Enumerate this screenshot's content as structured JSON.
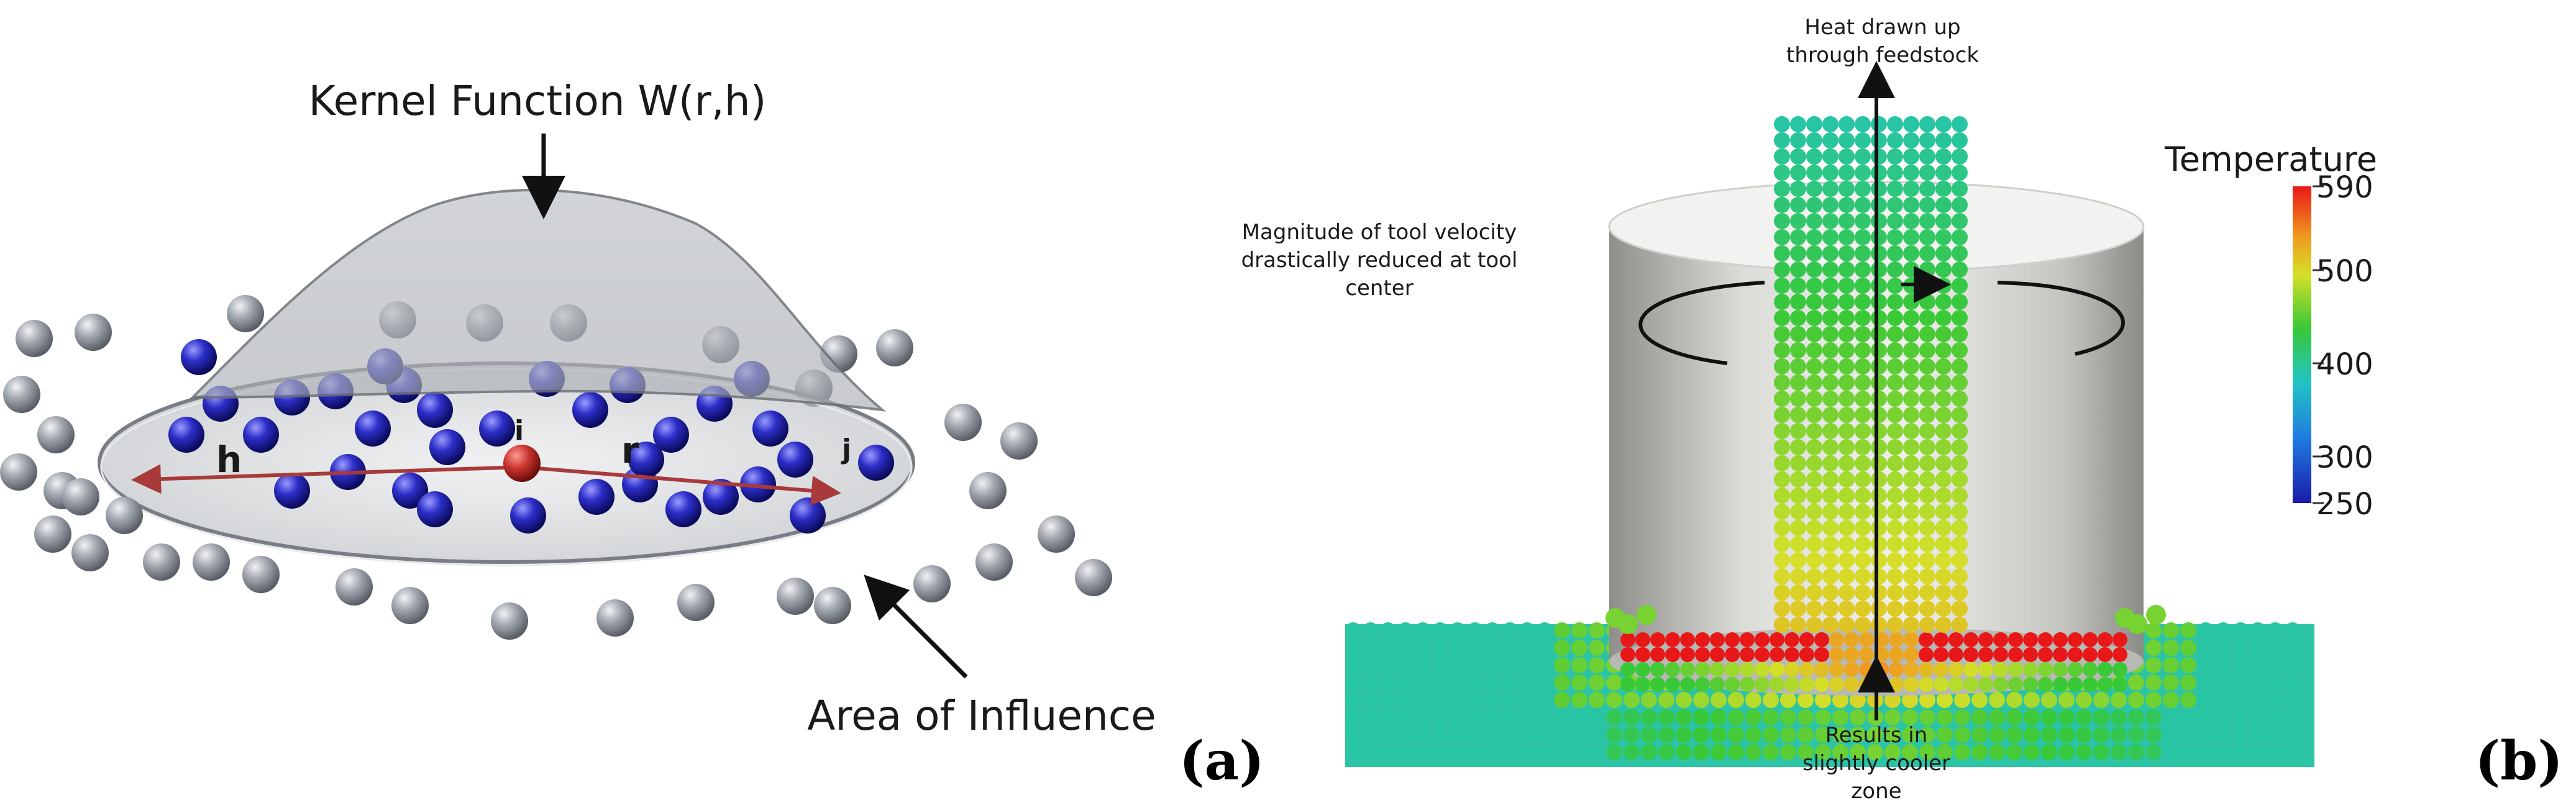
{
  "panel_a": {
    "label": "(a)",
    "kernel_label": "Kernel Function W(r,h)",
    "area_label": "Area of Influence",
    "symbol_h": "h",
    "symbol_r": "r",
    "symbol_i": "i",
    "symbol_j": "j"
  },
  "panel_b": {
    "label": "(b)",
    "annotations": {
      "heat_line1": "Heat drawn up",
      "heat_line2": "through feedstock",
      "velocity_line1": "Magnitude of tool velocity",
      "velocity_line2": "drastically reduced at tool",
      "velocity_line3": "center",
      "result_line1": "Results in",
      "result_line2": "slightly cooler",
      "result_line3": "zone"
    },
    "colorbar": {
      "title": "Temperature",
      "ticks": [
        "590",
        "500",
        "400",
        "300",
        "250"
      ]
    }
  },
  "colors": {
    "particle_grey": "#9aa0a8",
    "particle_blue": "#2a2cc8",
    "particle_red": "#c8322c",
    "arrow_red": "#a83a3a",
    "tool_grey": "#c9c9c6"
  }
}
